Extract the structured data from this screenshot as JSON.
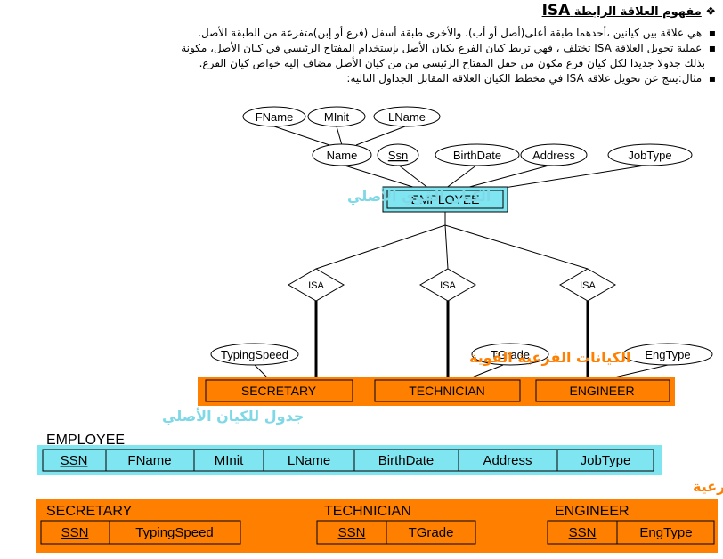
{
  "header": {
    "bullet_symbol": "❖",
    "title_prefix": "مفهوم العلاقة الرابطة",
    "title_isa": "ISA"
  },
  "paragraphs": [
    "هي علاقة بين كيانين ،أحدهما طبقة أعلى(أصل أو أب)، والأخرى طبقة أسفل (فرع أو إبن)متفرعة من الطبقة الأصل.",
    "عملية تحويل العلاقة ISA تختلف ، فهي تربط كيان الفرع بكيان الأصل بإستخدام المفتاح الرئيسي في كيان الأصل، مكونة",
    "بذلك جدولا جديدا لكل كيان فرع مكون من حقل المفتاح الرئيسي من من كيان الأصل مضاف إليه خواص كيان الفرع.",
    "مثال:ينتج عن تحويل علاقة ISA في مخطط الكيان العلاقة المقابل الجداول التالية:"
  ],
  "highlights": {
    "new_table_phrase": "جدولا جديدا لكل كيان فرع",
    "tables_phrase": "الجداول التالية:"
  },
  "er": {
    "super_entity": "EMPLOYEE",
    "sub_entities": [
      "SECRETARY",
      "TECHNICIAN",
      "ENGINEER"
    ],
    "attributes": [
      "FName",
      "MInit",
      "LName",
      "Name",
      "Ssn",
      "BirthDate",
      "Address",
      "JobType"
    ],
    "sub_attributes": [
      "TypingSpeed",
      "TGrade",
      "EngType"
    ],
    "relationship": "ISA",
    "label_super": "الكيان القوي الأصلي",
    "label_subs": "الكيانات الفرعية القوية"
  },
  "tables": {
    "super_caption": "جدول للكيان الأصلي",
    "super_name": "EMPLOYEE",
    "super_columns": [
      "SSN",
      "FName",
      "MInit",
      "LName",
      "BirthDate",
      "Address",
      "JobType"
    ],
    "sub_caption": "جداول لكل الكيانات الفرعية",
    "subs": [
      {
        "name": "SECRETARY",
        "columns": [
          "SSN",
          "TypingSpeed"
        ]
      },
      {
        "name": "TECHNICIAN",
        "columns": [
          "SSN",
          "TGrade"
        ]
      },
      {
        "name": "ENGINEER",
        "columns": [
          "SSN",
          "EngType"
        ]
      }
    ]
  },
  "colors": {
    "cyan": "#7fe5f0",
    "orange": "#ff7f00",
    "caption_blue": "#7fd8e6",
    "caption_orange": "#ff7f00",
    "highlight": "#ffff33"
  }
}
